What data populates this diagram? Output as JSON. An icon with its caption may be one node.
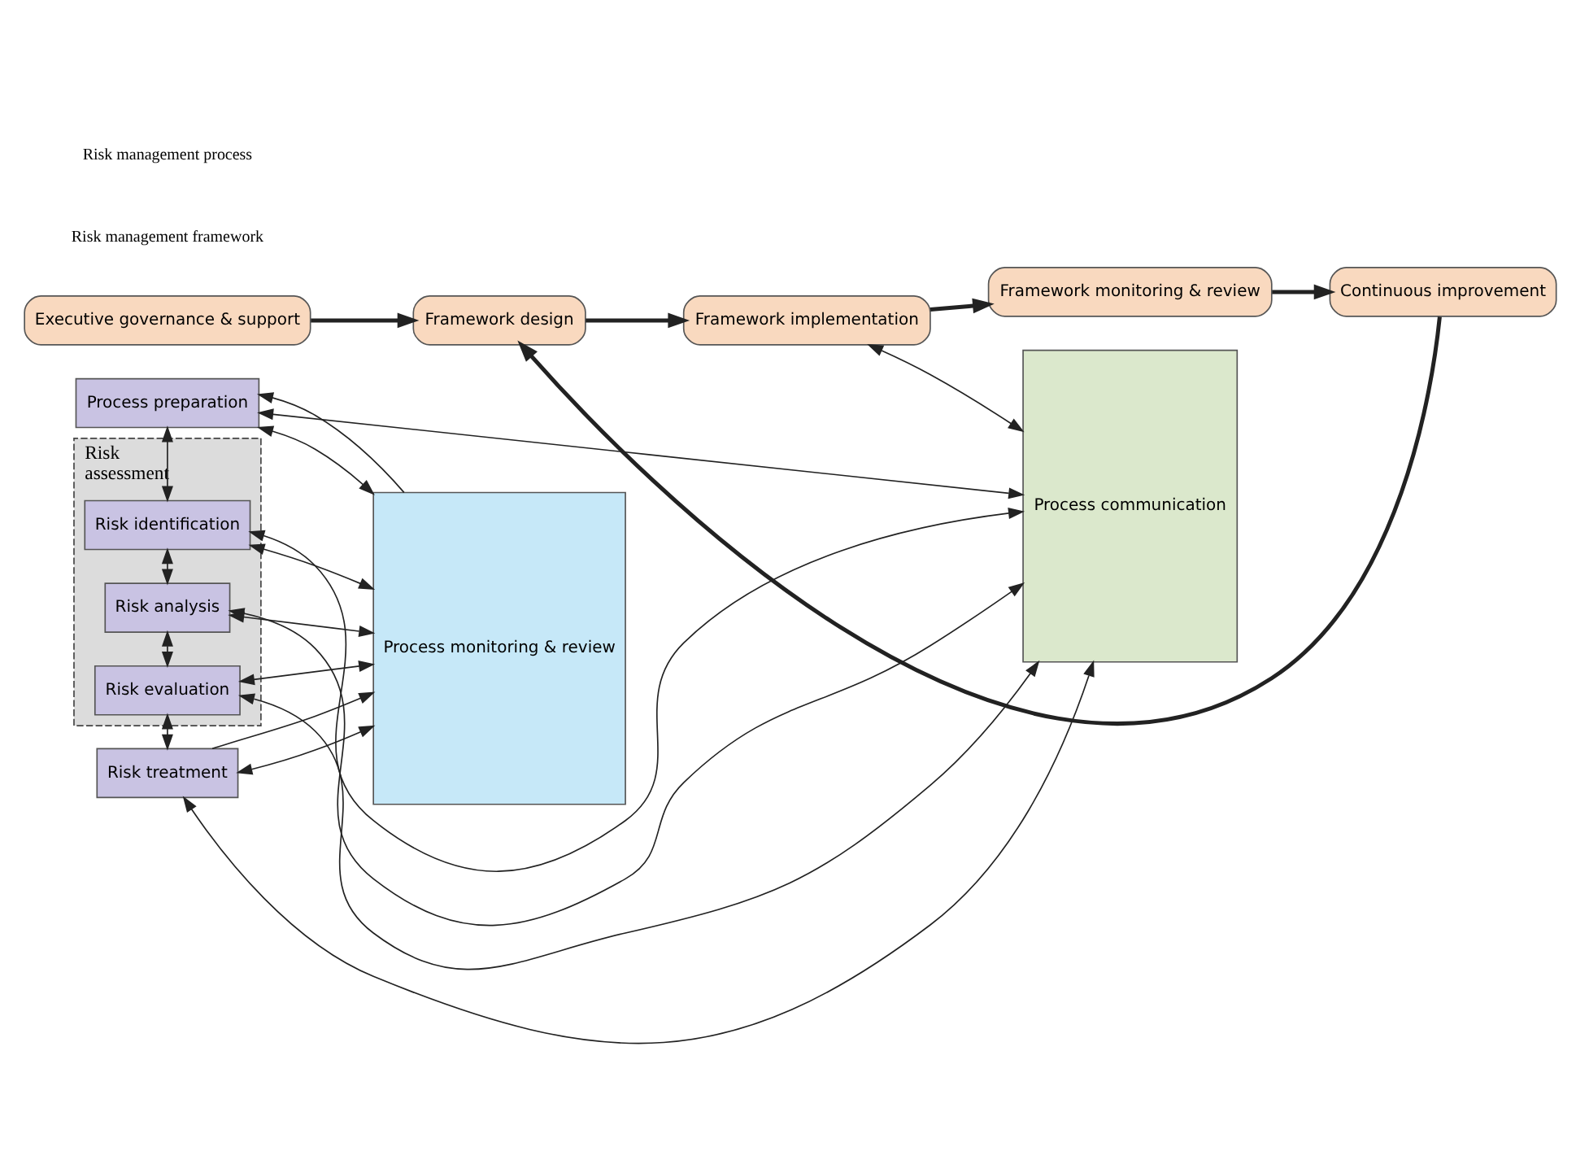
{
  "diagram": {
    "nodes": [
      {
        "text": [
          "Executive governance & support"
        ]
      },
      {
        "text": [
          "Framework design"
        ]
      },
      {
        "text": [
          "Continuous improvement"
        ]
      },
      {
        "text": [
          "Framework implementation"
        ]
      },
      {
        "text": [
          "Framework monitoring & review"
        ]
      },
      {
        "text": [
          "Process communication"
        ]
      },
      {
        "text": [
          "Process preparation"
        ]
      },
      {
        "text": [
          "Risk assessment"
        ]
      },
      {
        "text": [
          "Risk identification"
        ],
        "in": 7
      },
      {
        "text": [
          "Risk analysis"
        ],
        "in": 7
      },
      {
        "text": [
          "Risk evaluation"
        ],
        "in": 7
      },
      {
        "text": [
          "Risk treatment"
        ]
      },
      {
        "text": [
          "Process monitoring & review"
        ]
      }
    ],
    "edges": [
      {
        "from": 0,
        "to": 1,
        "arrow": "to",
        "style": "thick"
      },
      {
        "from": 1,
        "to": 3,
        "arrow": "to",
        "style": "thick"
      },
      {
        "from": 3,
        "to": 4,
        "arrow": "to",
        "style": "thick"
      },
      {
        "from": 4,
        "to": 2,
        "arrow": "to",
        "style": "thick"
      },
      {
        "from": 2,
        "to": 1,
        "arrow": "to",
        "style": "thick"
      },
      {
        "from": 3,
        "to": 5,
        "arrow": "both"
      },
      {
        "from": 5,
        "to": 6,
        "arrow": "both"
      },
      {
        "from": 5,
        "to": 8,
        "arrow": "both"
      },
      {
        "from": 5,
        "to": 9,
        "arrow": "both"
      },
      {
        "from": 5,
        "to": 10,
        "arrow": "both"
      },
      {
        "from": 5,
        "to": 11,
        "arrow": "both"
      },
      {
        "from": 6,
        "to": 8,
        "arrow": "both"
      },
      {
        "from": 8,
        "to": 9,
        "arrow": "both"
      },
      {
        "from": 9,
        "to": 10,
        "arrow": "both"
      },
      {
        "from": 10,
        "to": 11,
        "arrow": "both"
      },
      {
        "from": 6,
        "to": 12,
        "arrow": "both"
      },
      {
        "from": 8,
        "to": 12,
        "arrow": "both"
      },
      {
        "from": 9,
        "to": 12,
        "arrow": "both"
      },
      {
        "from": 10,
        "to": 12,
        "arrow": "both"
      },
      {
        "from": 11,
        "to": 12,
        "arrow": "both"
      },
      {
        "from": 12,
        "to": 6,
        "arrow": "to"
      },
      {
        "from": 11,
        "to": 12,
        "arrow": "to"
      }
    ],
    "labels": [
      "Risk management framework",
      "Risk management process"
    ]
  }
}
